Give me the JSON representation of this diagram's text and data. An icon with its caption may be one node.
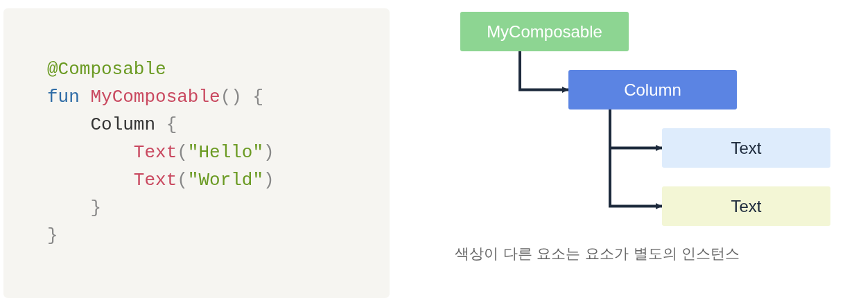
{
  "diagram": {
    "nodes": [
      {
        "text": [
          "MyComposable"
        ]
      },
      {
        "text": [
          "Column"
        ]
      },
      {
        "text": [
          "Text"
        ]
      },
      {
        "text": [
          "Text"
        ]
      }
    ],
    "edges": [
      {
        "from": 0,
        "to": 1,
        "arrow": "to"
      },
      {
        "from": 1,
        "to": 2,
        "arrow": "to"
      },
      {
        "from": 1,
        "to": 3,
        "arrow": "to"
      }
    ],
    "labels": [
      "@Composable",
      "fun MyComposable() {",
      "    Column {",
      "        Text(\"Hello\")",
      "        Text(\"World\")",
      "    }",
      "}",
      "색상이 다른 요소는 요소가 별도의 인스턴스"
    ]
  }
}
